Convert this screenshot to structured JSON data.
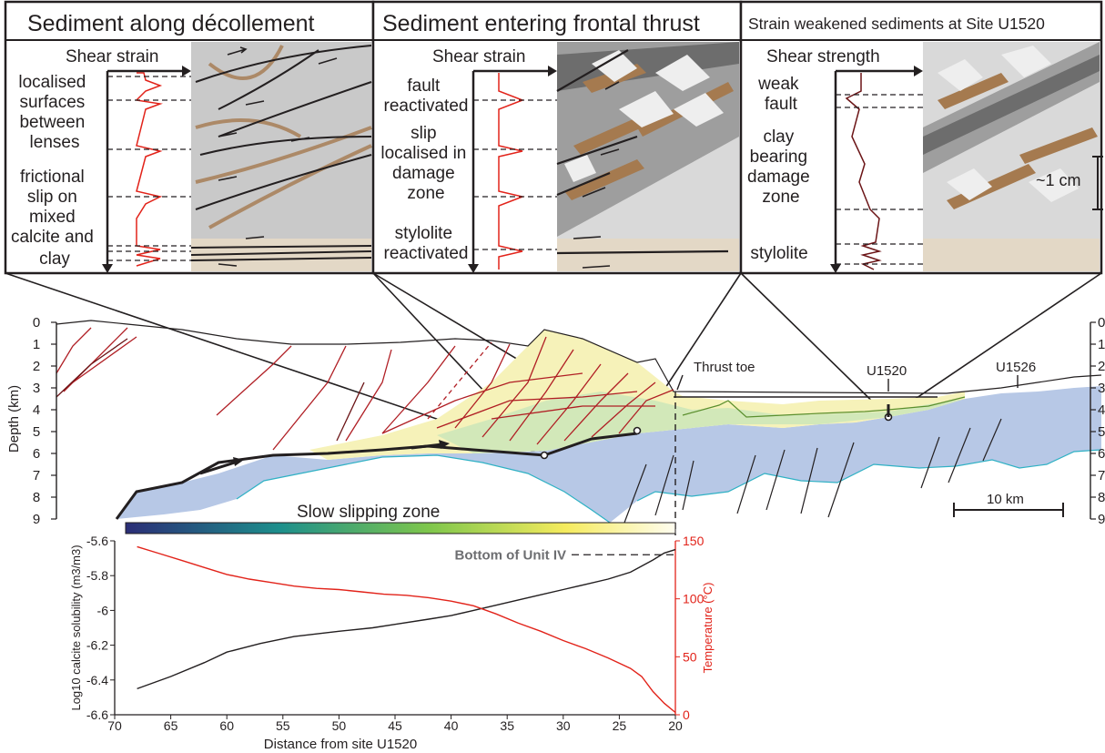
{
  "panels": [
    {
      "title": "Sediment along décollement",
      "profile_label": "Shear strain",
      "annotations": [
        [
          "localised",
          "surfaces",
          "between",
          "lenses"
        ],
        [
          "frictional",
          "slip on",
          "mixed",
          "calcite and",
          "clay"
        ]
      ]
    },
    {
      "title": "Sediment entering frontal thrust",
      "profile_label": "Shear strain",
      "annotations": [
        [
          "fault",
          "reactivated"
        ],
        [
          "slip",
          "localised in",
          "damage",
          "zone"
        ],
        [
          "stylolite",
          "reactivated"
        ]
      ]
    },
    {
      "title": "Strain weakened sediments at Site U1520",
      "profile_label": "Shear strength",
      "annotations": [
        [
          "weak",
          "fault"
        ],
        [
          "clay",
          "bearing",
          "damage",
          "zone"
        ],
        [
          "stylolite"
        ]
      ],
      "scale_bar": "~1 cm"
    }
  ],
  "section": {
    "ylabel": "Depth (km)",
    "depth_ticks": [
      "0",
      "1",
      "2",
      "3",
      "4",
      "5",
      "6",
      "7",
      "8",
      "9"
    ],
    "right_ticks": [
      "0",
      "1",
      "2",
      "3",
      "4",
      "5",
      "6",
      "7",
      "8",
      "9"
    ],
    "labels": {
      "thrust_toe": "Thrust toe",
      "site_a": "U1520",
      "site_b": "U1526",
      "slow_zone": "Slow slipping zone",
      "scale_bar": "10 km"
    },
    "colors": {
      "basement": "#b7c8e6",
      "wedge_yellow": "#f6f2b9",
      "wedge_green": "#d2e8b9",
      "fault": "#b01e24"
    }
  },
  "chart_data": {
    "type": "line",
    "xlabel": "Distance from site U1520",
    "ylabel_left": "Log10 calcite solubility (m3/m3)",
    "ylabel_right": "Temperature (°C)",
    "xlim": [
      70,
      20
    ],
    "ylim_left": [
      -6.6,
      -5.6
    ],
    "ylim_right": [
      0,
      150
    ],
    "x_ticks": [
      "70",
      "65",
      "60",
      "55",
      "50",
      "45",
      "40",
      "35",
      "30",
      "25",
      "20"
    ],
    "y_ticks_left": [
      "-5.6",
      "-5.8",
      "-6",
      "-6.2",
      "-6.4",
      "-6.6"
    ],
    "y_ticks_right": [
      "150",
      "100",
      "50",
      "0"
    ],
    "annotation": "Bottom of Unit IV",
    "series": [
      {
        "axis": "left",
        "color": "#231f20",
        "x": [
          68,
          65,
          62,
          60,
          57,
          54,
          50,
          47,
          45,
          42,
          40,
          38,
          36,
          34,
          32,
          30,
          28,
          26,
          24,
          22,
          21,
          20
        ],
        "y": [
          -6.45,
          -6.38,
          -6.3,
          -6.24,
          -6.19,
          -6.15,
          -6.12,
          -6.1,
          -6.08,
          -6.05,
          -6.03,
          -6.0,
          -5.97,
          -5.94,
          -5.91,
          -5.88,
          -5.85,
          -5.82,
          -5.78,
          -5.71,
          -5.67,
          -5.65
        ]
      },
      {
        "axis": "right",
        "color": "#e2231a",
        "x": [
          68,
          66,
          64,
          62,
          60,
          58,
          56,
          54,
          52,
          50,
          48,
          46,
          44,
          42,
          40,
          38,
          36,
          34,
          32,
          30,
          28,
          26,
          24,
          23,
          22,
          21,
          20
        ],
        "y": [
          145,
          139,
          133,
          127,
          121,
          117,
          114,
          111,
          109,
          108,
          106,
          104,
          103,
          101,
          98,
          94,
          87,
          79,
          72,
          64,
          57,
          49,
          40,
          33,
          20,
          10,
          2
        ]
      }
    ]
  }
}
